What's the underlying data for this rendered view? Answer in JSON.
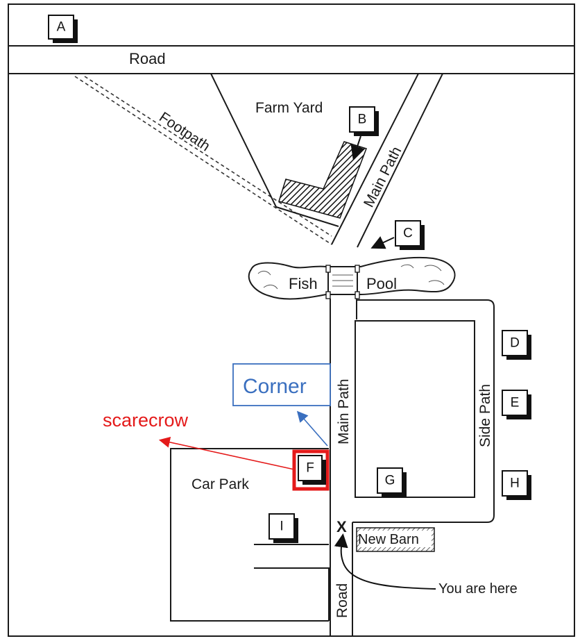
{
  "labels": {
    "road_top": "Road",
    "farm_yard": "Farm Yard",
    "footpath": "Footpath",
    "main_path_upper": "Main Path",
    "main_path_lower": "Main Path",
    "fish": "Fish",
    "pool": "Pool",
    "side_path": "Side Path",
    "car_park": "Car Park",
    "new_barn": "New Barn",
    "road_bottom": "Road",
    "you_are_here": "You are here",
    "x_mark": "X"
  },
  "markers": {
    "a": "A",
    "b": "B",
    "c": "C",
    "d": "D",
    "e": "E",
    "f": "F",
    "g": "G",
    "h": "H",
    "i": "I"
  },
  "annotations": {
    "corner": "Corner",
    "scarecrow": "scarecrow"
  },
  "colors": {
    "corner_blue": "#3a6fbf",
    "scarecrow_red": "#e41a1a",
    "line": "#1a1a1a"
  }
}
